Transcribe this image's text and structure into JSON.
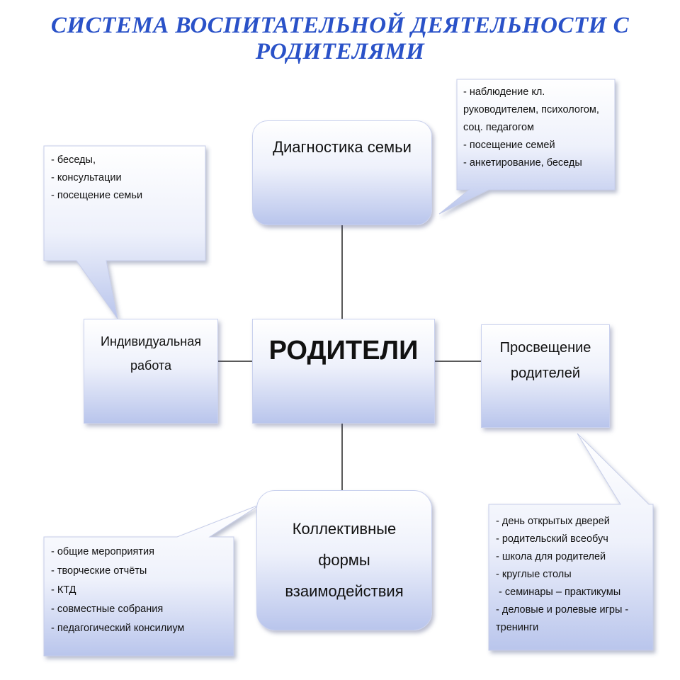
{
  "title": "СИСТЕМА ВОСПИТАТЕЛЬНОЙ ДЕЯТЕЛЬНОСТИ С РОДИТЕЛЯМИ",
  "center": {
    "label": "РОДИТЕЛИ"
  },
  "nodes": {
    "diagnostics": {
      "label": "Диагностика семьи"
    },
    "individual": {
      "label": "Индивидуальная\nработа"
    },
    "education": {
      "label": "Просвещение\nродителей"
    },
    "collective": {
      "label": "Коллективные\nформы\nвзаимодействия"
    }
  },
  "callouts": {
    "diagnostics": {
      "items": [
        "- наблюдение кл.",
        "руководителем, психологом,",
        "соц. педагогом",
        "- посещение семей",
        "- анкетирование, беседы"
      ]
    },
    "individual": {
      "items": [
        "- беседы,",
        "- консультации",
        "- посещение семьи"
      ]
    },
    "education": {
      "items": [
        "- день открытых дверей",
        "- родительский всеобуч",
        "- школа для родителей",
        "- круглые столы",
        " - семинары – практикумы",
        "- деловые и ролевые игры -",
        "тренинги"
      ]
    },
    "collective": {
      "items": [
        "- общие мероприятия",
        "- творческие отчёты",
        "- КТД",
        "- совместные собрания",
        "- педагогический консилиум"
      ]
    }
  }
}
